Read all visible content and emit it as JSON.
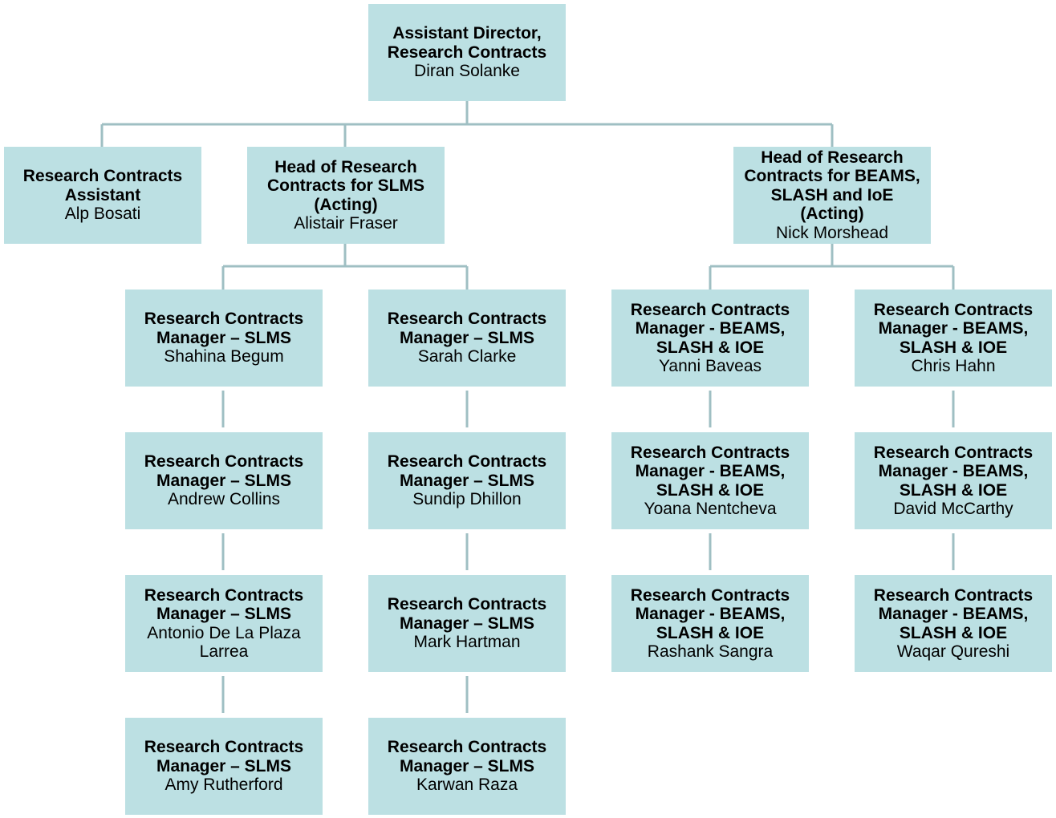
{
  "nodes": [
    {
      "role": "Assistant Director,\nResearch Contracts",
      "person": "Diran Solanke"
    },
    {
      "role": "Research Contracts\nAssistant",
      "person": "Alp Bosati"
    },
    {
      "role": "Head of Research\nContracts for SLMS\n(Acting)",
      "person": "Alistair Fraser"
    },
    {
      "role": "Head of Research\nContracts for BEAMS,\nSLASH and IoE\n(Acting)",
      "person": "Nick Morshead"
    },
    {
      "role": "Research Contracts\nManager – SLMS",
      "person": "Shahina Begum"
    },
    {
      "role": "Research Contracts\nManager – SLMS",
      "person": "Andrew Collins"
    },
    {
      "role": "Research Contracts\nManager – SLMS",
      "person": "Antonio De La Plaza\nLarrea"
    },
    {
      "role": "Research Contracts\nManager – SLMS",
      "person": "Amy Rutherford"
    },
    {
      "role": "Research Contracts\nManager – SLMS",
      "person": "Sarah Clarke"
    },
    {
      "role": "Research Contracts\nManager – SLMS",
      "person": "Sundip Dhillon"
    },
    {
      "role": "Research Contracts\nManager – SLMS",
      "person": "Mark Hartman"
    },
    {
      "role": "Research Contracts\nManager – SLMS",
      "person": "Karwan Raza"
    },
    {
      "role": "Research Contracts\nManager - BEAMS,\nSLASH & IOE",
      "person": "Yanni Baveas"
    },
    {
      "role": "Research Contracts\nManager - BEAMS,\nSLASH & IOE",
      "person": "Yoana Nentcheva"
    },
    {
      "role": "Research Contracts\nManager - BEAMS,\nSLASH & IOE",
      "person": "Rashank Sangra"
    },
    {
      "role": "Research Contracts\nManager - BEAMS,\nSLASH & IOE",
      "person": "Chris Hahn"
    },
    {
      "role": "Research Contracts\nManager - BEAMS,\nSLASH & IOE",
      "person": "David McCarthy"
    },
    {
      "role": "Research Contracts\nManager - BEAMS,\nSLASH & IOE",
      "person": "Waqar Qureshi"
    }
  ],
  "colors": {
    "box": "#bce0e3",
    "line": "#9fbfc3"
  }
}
